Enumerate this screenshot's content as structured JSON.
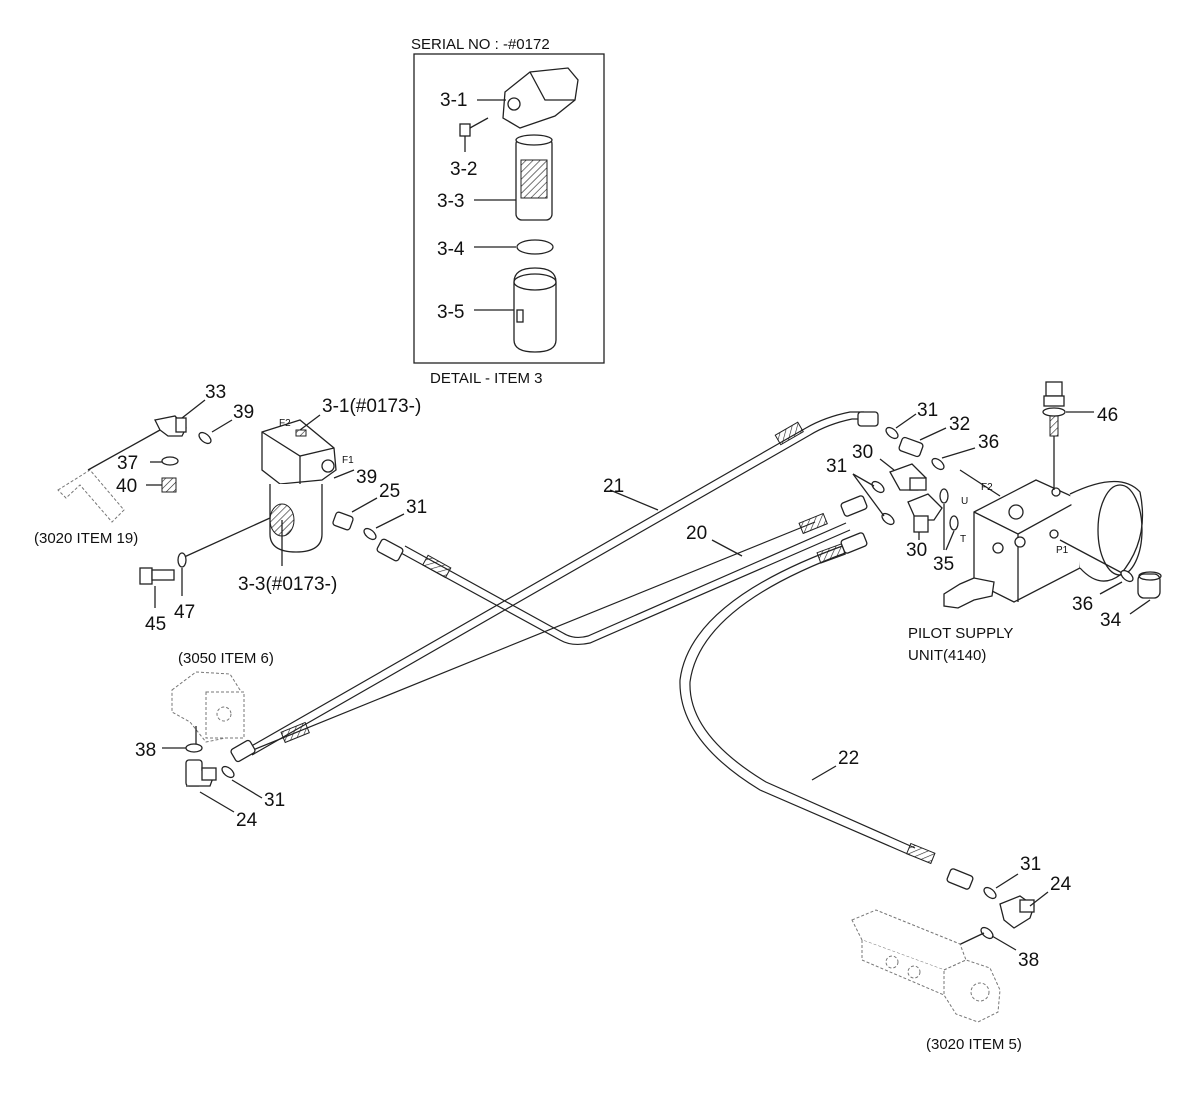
{
  "detail": {
    "serial": "SERIAL NO : -#0172",
    "caption": "DETAIL - ITEM 3",
    "labels": [
      "3-1",
      "3-2",
      "3-3",
      "3-4",
      "3-5"
    ]
  },
  "callouts": {
    "c33": "33",
    "c39a": "39",
    "c31a": "31",
    "c32": "32",
    "c36a": "36",
    "c46": "46",
    "c37": "37",
    "c40": "40",
    "c30a": "30",
    "c31b": "31",
    "c21": "21",
    "c39b": "39",
    "c25": "25",
    "c31c": "31",
    "c20": "20",
    "c30b": "30",
    "c35": "35",
    "c45": "45",
    "c47": "47",
    "c36b": "36",
    "c34": "34",
    "c38a": "38",
    "c31d": "31",
    "c24a": "24",
    "c22": "22",
    "c31e": "31",
    "c24b": "24",
    "c38b": "38",
    "c31_filter": "3-1(#0173-)",
    "c33_filter": "3-3(#0173-)"
  },
  "port_marks": {
    "f2_filter": "F2",
    "f1_filter": "F1",
    "f2_unit": "F2",
    "u": "U",
    "t": "T",
    "p1": "P1"
  },
  "references": {
    "ref3020_19": "(3020 ITEM 19)",
    "ref3050_6": "(3050 ITEM 6)",
    "ref3020_5": "(3020 ITEM 5)",
    "pilot_line1": "PILOT SUPPLY",
    "pilot_line2": "UNIT(4140)"
  }
}
